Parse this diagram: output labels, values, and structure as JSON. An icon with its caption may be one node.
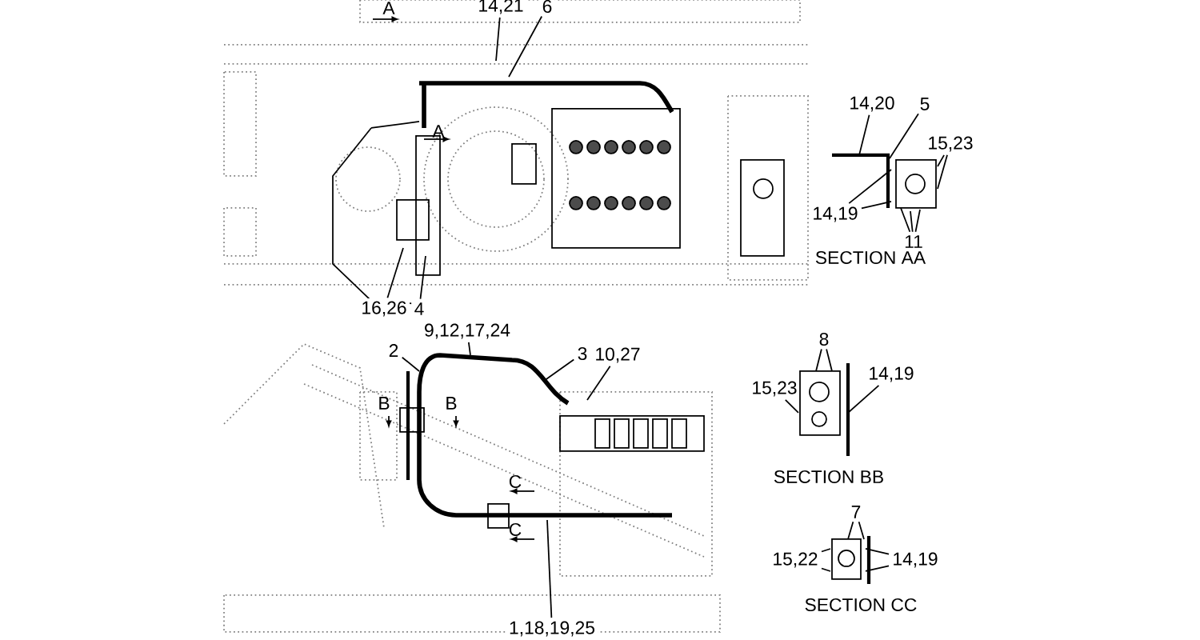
{
  "diagram": {
    "nodes": [
      {
        "text": [
          "14,21"
        ]
      },
      {
        "text": [
          "6"
        ]
      },
      {
        "text": [
          "16,26"
        ]
      },
      {
        "text": [
          "4"
        ]
      },
      {
        "text": [
          "14,20"
        ]
      },
      {
        "text": [
          "5"
        ]
      },
      {
        "text": [
          "15,23"
        ]
      },
      {
        "text": [
          "14,19"
        ]
      },
      {
        "text": [
          "11"
        ]
      },
      {
        "text": [
          "2"
        ]
      },
      {
        "text": [
          "9,12,17,24"
        ]
      },
      {
        "text": [
          "3"
        ]
      },
      {
        "text": [
          "10,27"
        ]
      },
      {
        "text": [
          "1,18,19,25"
        ]
      },
      {
        "text": [
          "8"
        ]
      },
      {
        "text": [
          "15,23"
        ]
      },
      {
        "text": [
          "14,19"
        ]
      },
      {
        "text": [
          "7"
        ]
      },
      {
        "text": [
          "15,22"
        ]
      },
      {
        "text": [
          "14,19"
        ]
      },
      {
        "text": [],
        "shape": "picture"
      },
      {
        "text": [],
        "shape": "picture"
      },
      {
        "text": [],
        "shape": "picture"
      }
    ],
    "edges": [
      {
        "from": 0,
        "to": null,
        "arrow": "none"
      },
      {
        "from": 1,
        "to": null,
        "arrow": "none"
      },
      {
        "from": 2,
        "to": null,
        "arrow": "none"
      },
      {
        "from": 3,
        "to": null,
        "arrow": "none"
      },
      {
        "from": 4,
        "to": 20,
        "arrow": "none"
      },
      {
        "from": 5,
        "to": 20,
        "arrow": "none"
      },
      {
        "from": 6,
        "to": 20,
        "arrow": "none"
      },
      {
        "from": 6,
        "to": 20,
        "arrow": "none"
      },
      {
        "from": 7,
        "to": 20,
        "arrow": "none"
      },
      {
        "from": 7,
        "to": 20,
        "arrow": "none"
      },
      {
        "from": 8,
        "to": 20,
        "arrow": "none"
      },
      {
        "from": 8,
        "to": 20,
        "arrow": "none"
      },
      {
        "from": 8,
        "to": 20,
        "arrow": "none"
      },
      {
        "from": 9,
        "to": null,
        "arrow": "none"
      },
      {
        "from": 10,
        "to": null,
        "arrow": "none"
      },
      {
        "from": 11,
        "to": null,
        "arrow": "none"
      },
      {
        "from": 12,
        "to": null,
        "arrow": "none"
      },
      {
        "from": 13,
        "to": null,
        "arrow": "none"
      },
      {
        "from": 14,
        "to": 21,
        "arrow": "none"
      },
      {
        "from": 14,
        "to": 21,
        "arrow": "none"
      },
      {
        "from": 15,
        "to": 21,
        "arrow": "none"
      },
      {
        "from": 16,
        "to": 21,
        "arrow": "none"
      },
      {
        "from": 17,
        "to": 22,
        "arrow": "none"
      },
      {
        "from": 17,
        "to": 22,
        "arrow": "none"
      },
      {
        "from": 18,
        "to": 22,
        "arrow": "none"
      },
      {
        "from": 18,
        "to": 22,
        "arrow": "none"
      },
      {
        "from": 19,
        "to": 22,
        "arrow": "none"
      },
      {
        "from": 19,
        "to": 22,
        "arrow": "none"
      }
    ],
    "labels": [
      "A",
      "A",
      "B",
      "B",
      "C",
      "C",
      "SECTION AA",
      "SECTION BB",
      "SECTION CC"
    ]
  }
}
